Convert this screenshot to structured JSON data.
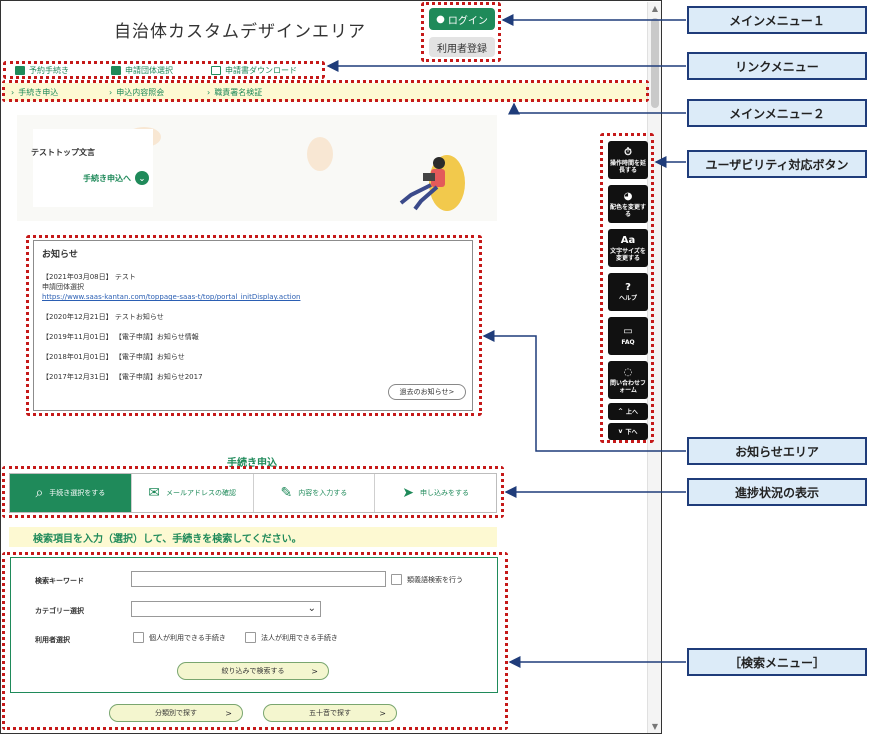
{
  "site": {
    "title": "自治体カスタムデザインエリア"
  },
  "main_menu_1": {
    "login": "ログイン",
    "register": "利用者登録"
  },
  "link_menu": [
    {
      "label": "予約手続き",
      "icon": "calendar-icon"
    },
    {
      "label": "申請団体選択",
      "icon": "group-icon"
    },
    {
      "label": "申請書ダウンロード",
      "icon": "download-icon"
    }
  ],
  "main_menu_2": [
    {
      "label": "手続き申込"
    },
    {
      "label": "申込内容照会"
    },
    {
      "label": "職責署名検証"
    }
  ],
  "hero": {
    "title": "テストトップ文言",
    "link": "手続き申込へ"
  },
  "notice": {
    "title": "お知らせ",
    "items": [
      {
        "line1": "【2021年03月08日】 テスト",
        "line2": "申請団体選択",
        "url": "https://www.saas-kantan.com/toppage-saas-t/top/portal_initDisplay.action"
      },
      {
        "line1": "【2020年12月21日】 テストお知らせ"
      },
      {
        "line1": "【2019年11月01日】 【電子申請】お知らせ情報"
      },
      {
        "line1": "【2018年01月01日】 【電子申請】お知らせ"
      },
      {
        "line1": "【2017年12月31日】 【電子申請】お知らせ2017"
      }
    ],
    "past": "過去のお知らせ"
  },
  "usability": {
    "extend_time": "操作時間を延長する",
    "color": "配色を変更する",
    "font_size": "文字サイズを変更する",
    "help": "ヘルプ",
    "faq": "FAQ",
    "contact": "問い合わせフォーム",
    "up": "上へ",
    "down": "下へ"
  },
  "procedure": {
    "title": "手続き申込",
    "steps": [
      {
        "label": "手続き選択をする",
        "icon": "search-icon"
      },
      {
        "label": "メールアドレスの確認",
        "icon": "mail-icon"
      },
      {
        "label": "内容を入力する",
        "icon": "pencil-icon"
      },
      {
        "label": "申し込みをする",
        "icon": "send-icon"
      }
    ]
  },
  "search": {
    "banner": "検索項目を入力（選択）して、手続きを検索してください。",
    "keyword_label": "検索キーワード",
    "synonym_label": "類義語検索を行う",
    "category_label": "カテゴリー選択",
    "user_label": "利用者選択",
    "individual": "個人が利用できる手続き",
    "corporate": "法人が利用できる手続き",
    "narrow": "絞り込みで検索する",
    "by_category": "分類別で探す",
    "by_syllabary": "五十音で探す"
  },
  "callouts": {
    "main1": "メインメニュー１",
    "link": "リンクメニュー",
    "main2": "メインメニュー２",
    "usability": "ユーザビリティ対応ボタン",
    "notice": "お知らせエリア",
    "progress": "進捗状況の表示",
    "search": "［検索メニュー］"
  },
  "colors": {
    "accent": "#1f8a5a",
    "highlight": "#c51919",
    "callout_bg": "#dcebf8",
    "callout_border": "#1f3c7a"
  }
}
